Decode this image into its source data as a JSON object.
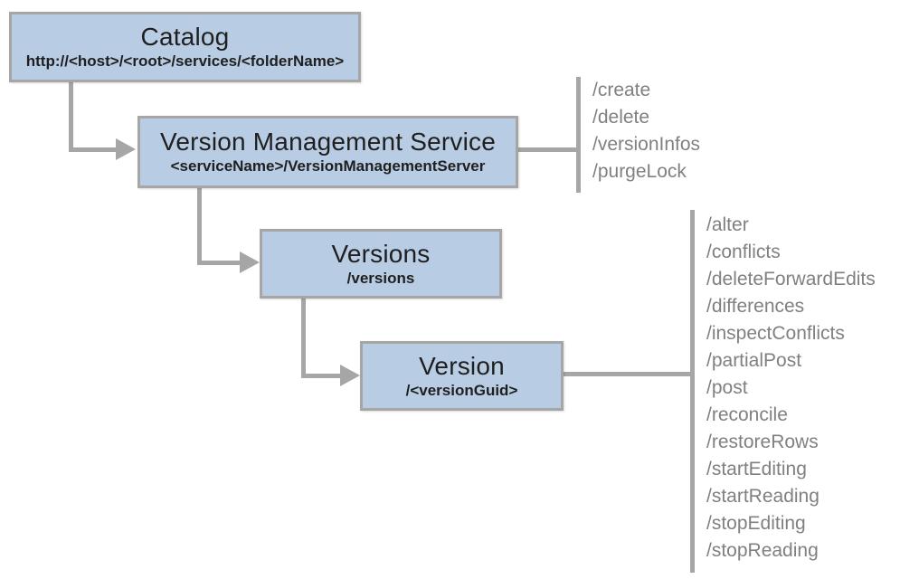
{
  "diagram": {
    "colors": {
      "node_fill": "#b8cce4",
      "node_border": "#a6a6a6",
      "connector": "#a6a6a6",
      "node_text": "#1f1f1f",
      "operation_text": "#808080",
      "background": "#ffffff"
    },
    "nodes": {
      "catalog": {
        "title": "Catalog",
        "subtitle": "http://<host>/<root>/services/<folderName>"
      },
      "version_management_service": {
        "title": "Version Management Service",
        "subtitle": "<serviceName>/VersionManagementServer"
      },
      "versions": {
        "title": "Versions",
        "subtitle": "/versions"
      },
      "version": {
        "title": "Version",
        "subtitle": "/<versionGuid>"
      }
    },
    "vms_operations": [
      "/create",
      "/delete",
      "/versionInfos",
      "/purgeLock"
    ],
    "version_operations": [
      "/alter",
      "/conflicts",
      "/deleteForwardEdits",
      "/differences",
      "/inspectConflicts",
      "/partialPost",
      "/post",
      "/reconcile",
      "/restoreRows",
      "/startEditing",
      "/startReading",
      "/stopEditing",
      "/stopReading"
    ]
  }
}
